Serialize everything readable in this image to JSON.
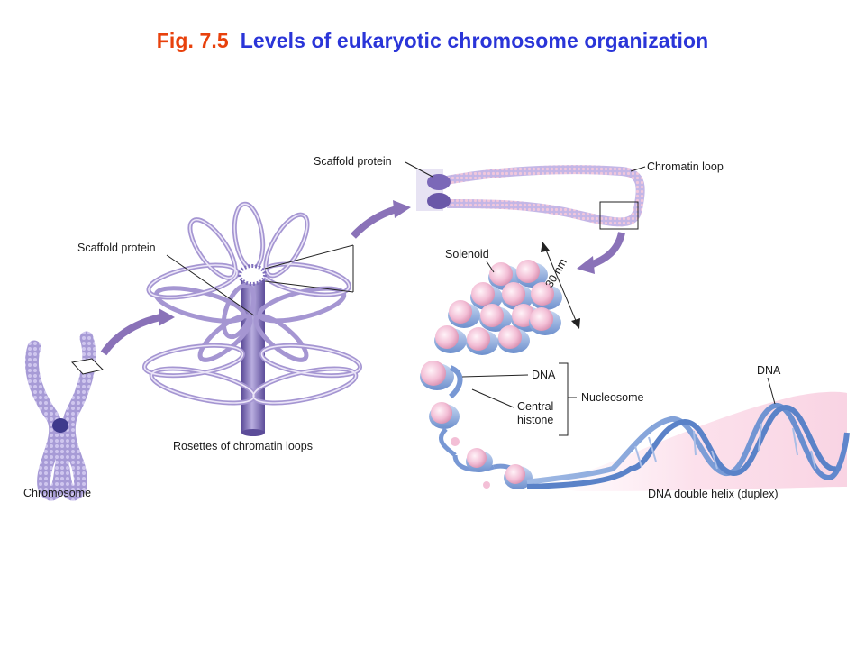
{
  "title": {
    "number": "Fig. 7.5",
    "text": "Levels of eukaryotic chromosome organization"
  },
  "labels": {
    "chromosome": "Chromosome",
    "rosettes": "Rosettes of chromatin loops",
    "scaffold_protein_rosette": "Scaffold protein",
    "scaffold_protein_loop": "Scaffold protein",
    "chromatin_loop": "Chromatin loop",
    "solenoid": "Solenoid",
    "width_30nm": "30 nm",
    "dna_nucleosome": "DNA",
    "central_histone_line1": "Central",
    "central_histone_line2": "histone",
    "nucleosome": "Nucleosome",
    "dna_helix": "DNA",
    "dna_double_helix": "DNA double helix (duplex)"
  },
  "colors": {
    "title_number": "#e8410c",
    "title_text": "#2a35d8",
    "chromatin_purple": "#8f84c6",
    "scaffold_dark": "#6a5aa8",
    "histone_pink": "#f4c4da",
    "dna_blue": "#7fa2d8",
    "arrow_purple": "#8a72b8"
  }
}
